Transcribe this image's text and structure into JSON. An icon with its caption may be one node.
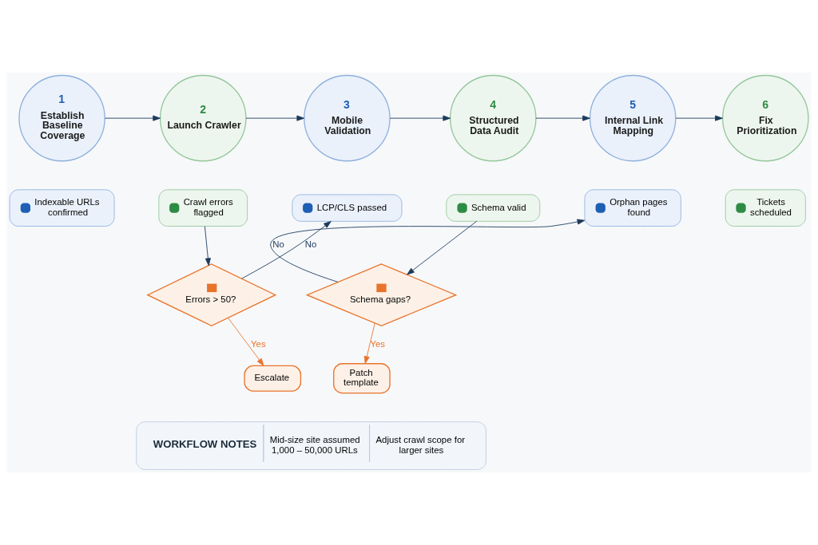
{
  "diagram": {
    "nodes": [
      {
        "text": [
          "1",
          "Establish Baseline Coverage"
        ]
      },
      {
        "text": [
          "2",
          "Launch Crawler"
        ]
      },
      {
        "text": [
          "3",
          "Mobile Validation"
        ]
      },
      {
        "text": [
          "4",
          "Structured Data Audit"
        ]
      },
      {
        "text": [
          "5",
          "Internal Link Mapping"
        ]
      },
      {
        "text": [
          "6",
          "Fix Prioritization"
        ]
      },
      {
        "text": [
          "Indexable URLs confirmed"
        ]
      },
      {
        "text": [
          "Crawl errors flagged"
        ]
      },
      {
        "text": [
          "LCP/CLS passed"
        ]
      },
      {
        "text": [
          "Schema valid"
        ]
      },
      {
        "text": [
          "Orphan pages found"
        ]
      },
      {
        "text": [
          "Tickets scheduled"
        ]
      },
      {
        "text": [
          "Errors > 50?"
        ]
      },
      {
        "text": [
          "Escalate"
        ]
      },
      {
        "text": [
          "Schema gaps?"
        ]
      },
      {
        "text": [
          "Patch template"
        ]
      },
      {
        "text": [
          "WORKFLOW NOTES",
          "Mid-size site assumed 1,000 – 50,000 URLs",
          "Adjust crawl scope for larger sites"
        ]
      }
    ],
    "edges": [
      {
        "from": 0,
        "to": 1,
        "arrow": "to"
      },
      {
        "from": 1,
        "to": 2,
        "arrow": "to"
      },
      {
        "from": 2,
        "to": 3,
        "arrow": "to"
      },
      {
        "from": 3,
        "to": 4,
        "arrow": "to"
      },
      {
        "from": 4,
        "to": 5,
        "arrow": "to"
      },
      {
        "from": 7,
        "to": 12,
        "arrow": "to"
      },
      {
        "from": 12,
        "to": 13,
        "arrow": "to",
        "label": "Yes",
        "color": "#e8742c"
      },
      {
        "from": 12,
        "to": 8,
        "arrow": "to",
        "label": "No"
      },
      {
        "from": 9,
        "to": 14,
        "arrow": "to"
      },
      {
        "from": 14,
        "to": 15,
        "arrow": "to",
        "label": "Yes",
        "color": "#e8742c"
      },
      {
        "from": 14,
        "to": 10,
        "arrow": "to",
        "label": "No"
      }
    ]
  }
}
